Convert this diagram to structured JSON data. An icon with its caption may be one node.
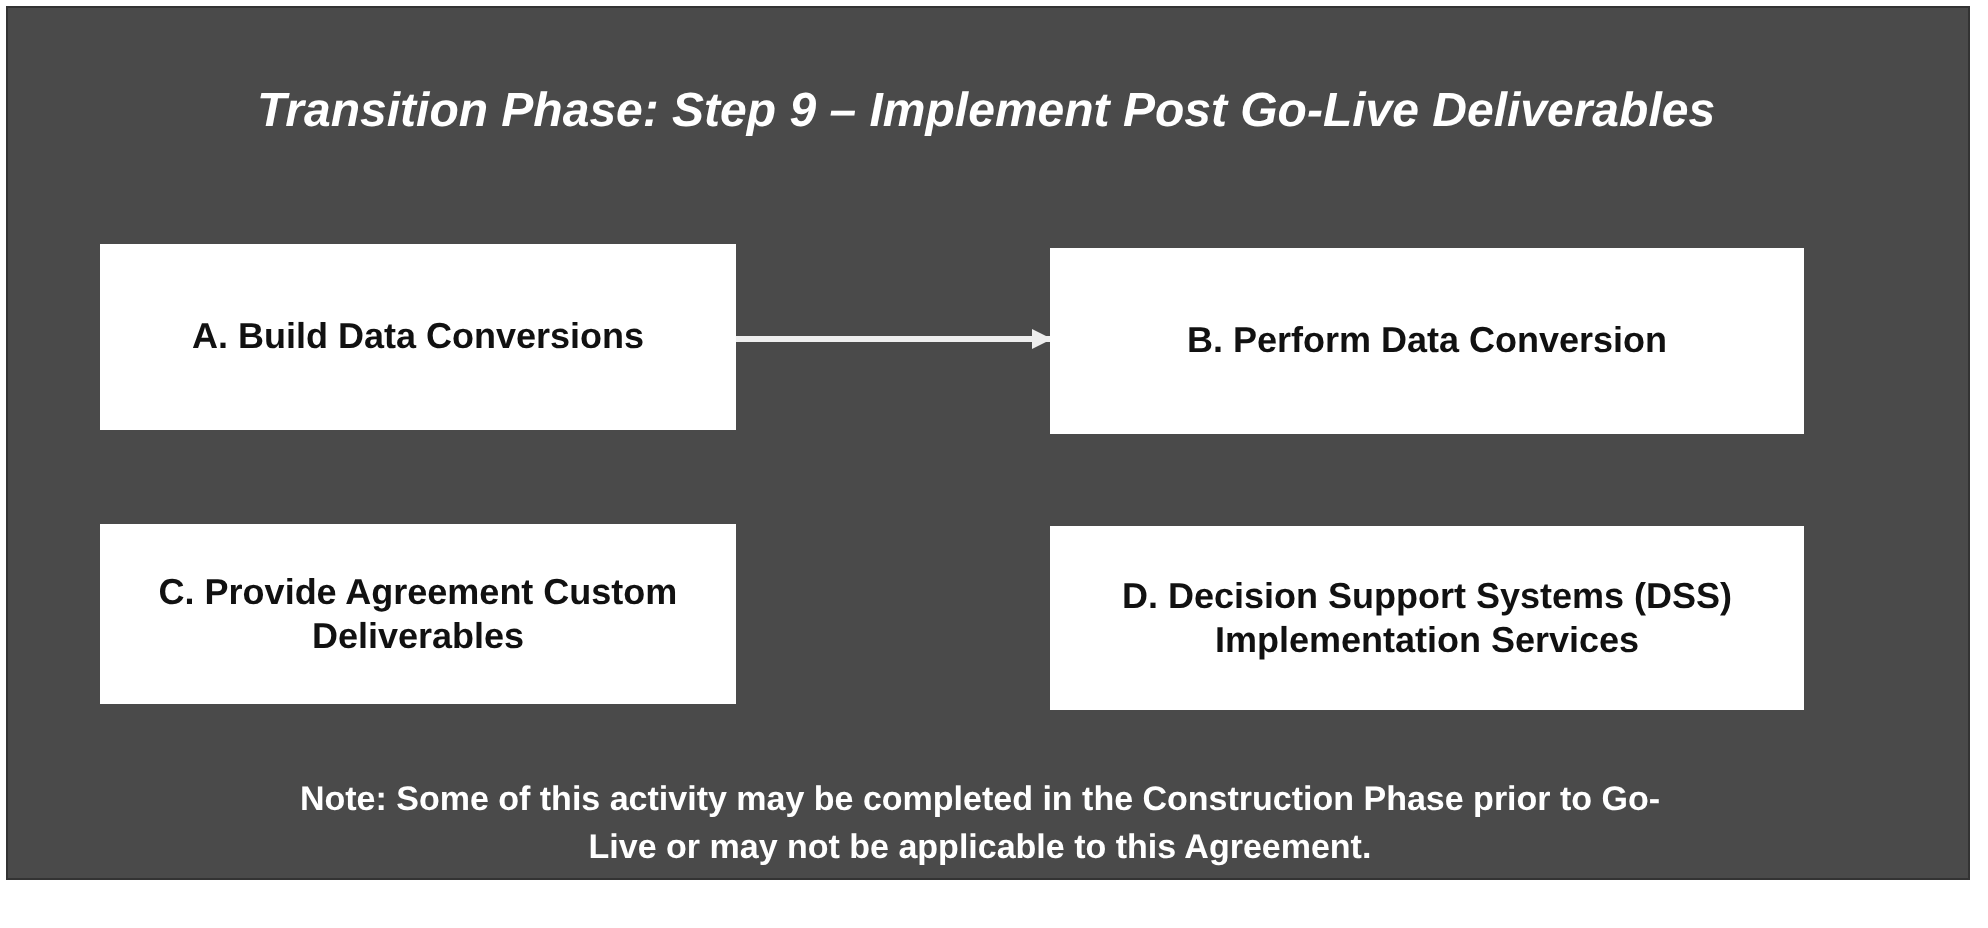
{
  "diagram": {
    "title": "Transition Phase: Step 9 – Implement Post Go-Live Deliverables",
    "nodes": [
      {
        "text": [
          "A. Build Data Conversions"
        ]
      },
      {
        "text": [
          "B. Perform Data Conversion"
        ]
      },
      {
        "text": [
          "C. Provide Agreement Custom Deliverables"
        ]
      },
      {
        "text": [
          "D. Decision Support Systems (DSS) Implementation Services"
        ]
      }
    ],
    "edges": [
      {
        "from": 0,
        "to": 1,
        "arrow": "to"
      }
    ],
    "labels": [
      "Note: Some of this activity may be completed in the Construction Phase prior to Go-Live or may not be applicable to this Agreement."
    ]
  }
}
